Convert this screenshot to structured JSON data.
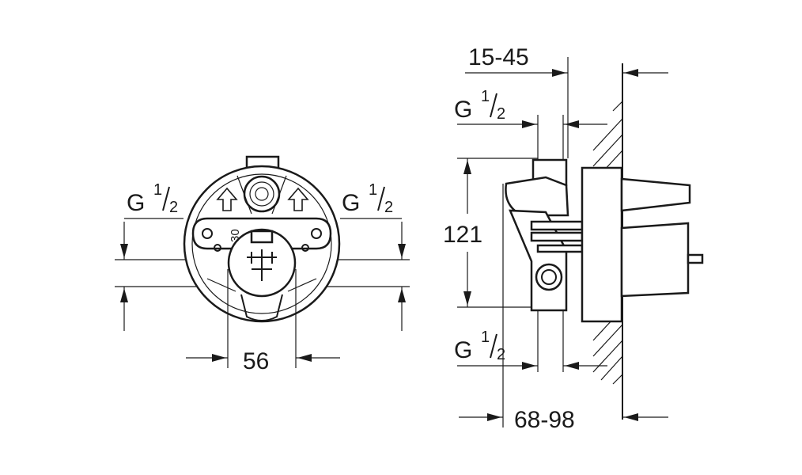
{
  "front_view": {
    "label_left_thread": "G",
    "label_left_num": "1",
    "label_left_den": "2",
    "label_right_thread": "G",
    "label_right_num": "1",
    "label_right_den": "2",
    "angle_label": "30",
    "width_dim": "56"
  },
  "side_view": {
    "top_dim": "15-45",
    "top_thread": "G",
    "top_thread_num": "1",
    "top_thread_den": "2",
    "height_dim": "121",
    "bottom_thread": "G",
    "bottom_thread_num": "1",
    "bottom_thread_den": "2",
    "bottom_dim": "68-98"
  },
  "icons": [
    "flow-arrow-icon",
    "valve-cartridge-icon",
    "wall-hatch-icon"
  ]
}
